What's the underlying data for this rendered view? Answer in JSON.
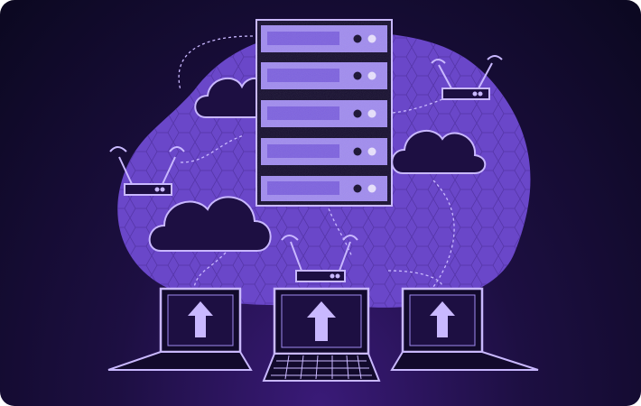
{
  "illustration": {
    "subject": "server-rack-cloud-network",
    "colors": {
      "background_dark": "#0b0820",
      "background_glow": "#3a1a78",
      "blob": "#6a47c9",
      "accent_light": "#c9b8ff",
      "line_dark": "#120a2c",
      "server_face": "#a08bf0"
    },
    "icons": [
      "server-rack-icon",
      "cloud-icon",
      "wifi-router-icon",
      "laptop-icon",
      "upload-arrow-icon"
    ],
    "counts": {
      "server_units": 5,
      "clouds": 3,
      "routers": 3,
      "laptops": 3
    }
  }
}
